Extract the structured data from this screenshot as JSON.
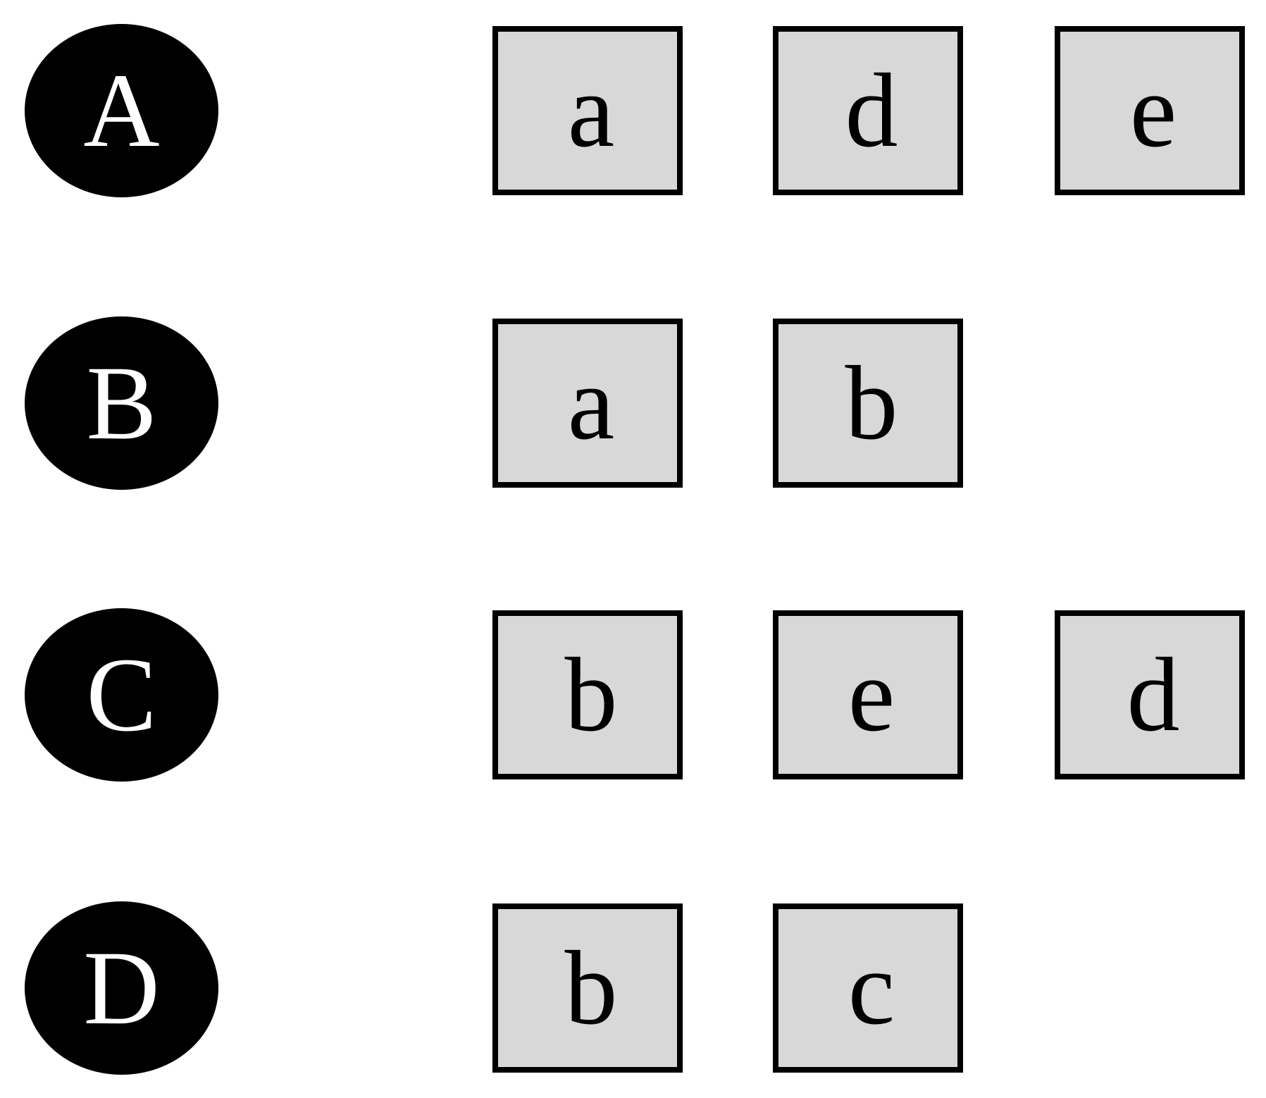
{
  "figure": {
    "description_colors": {
      "background": "#ffffff",
      "ellipse_fill": "#000000",
      "ellipse_text": "#ffffff",
      "box_fill": "#d8d8d8",
      "box_border": "#000000",
      "box_text": "#000000"
    },
    "rows": [
      {
        "label": "A",
        "boxes": [
          {
            "letter": "a"
          },
          {
            "letter": "d"
          },
          {
            "letter": "e"
          }
        ]
      },
      {
        "label": "B",
        "boxes": [
          {
            "letter": "a"
          },
          {
            "letter": "b"
          }
        ]
      },
      {
        "label": "C",
        "boxes": [
          {
            "letter": "b"
          },
          {
            "letter": "e"
          },
          {
            "letter": "d"
          }
        ]
      },
      {
        "label": "D",
        "boxes": [
          {
            "letter": "b"
          },
          {
            "letter": "c"
          }
        ]
      }
    ]
  }
}
